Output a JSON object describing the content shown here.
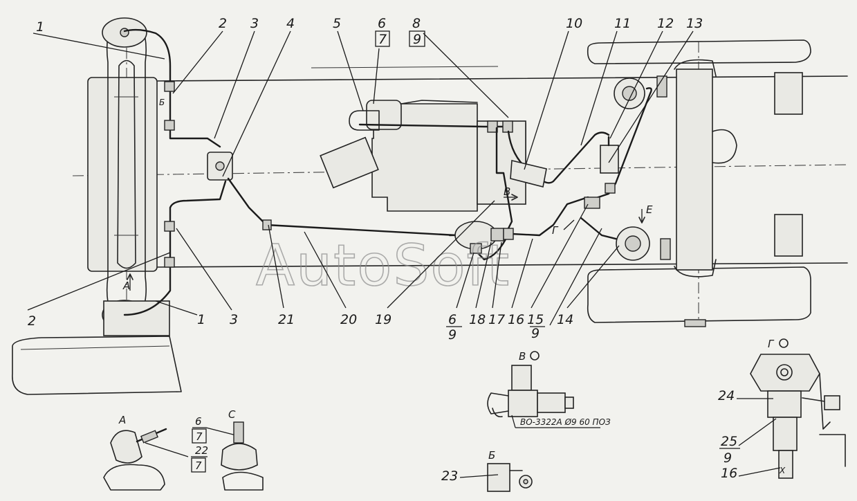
{
  "watermark": "AutoSoft",
  "callouts": {
    "c1a": "1",
    "c2a": "2",
    "c3a": "3",
    "c4": "4",
    "c5": "5",
    "c6a": "6",
    "c7a": "7",
    "c8": "8",
    "c9a": "9",
    "c10": "10",
    "c11": "11",
    "c12": "12",
    "c13": "13",
    "c2b": "2",
    "c1b": "1",
    "c3b": "3",
    "c21": "21",
    "c20": "20",
    "c19": "19",
    "c6b": "6",
    "c9b": "9",
    "c18": "18",
    "c17": "17",
    "c16a": "16",
    "c15": "15",
    "c9c": "9",
    "c14": "14",
    "c22": "22",
    "c7b": "7",
    "c6c": "6",
    "c7c": "7",
    "c23": "23",
    "c24": "24",
    "c25": "25",
    "c9d": "9",
    "c16b": "16"
  },
  "view_marks": {
    "a_main": "А",
    "b_main": "Б",
    "v_main": "В",
    "g_main": "Г",
    "e_main": "Е",
    "a_detail": "А",
    "c_detail": "С",
    "v_detail": "В",
    "b_detail": "Б",
    "g_detail": "Г"
  },
  "part_code": "ВО-3322А Ø9 60 ПОЗ",
  "x_mark": "Х"
}
